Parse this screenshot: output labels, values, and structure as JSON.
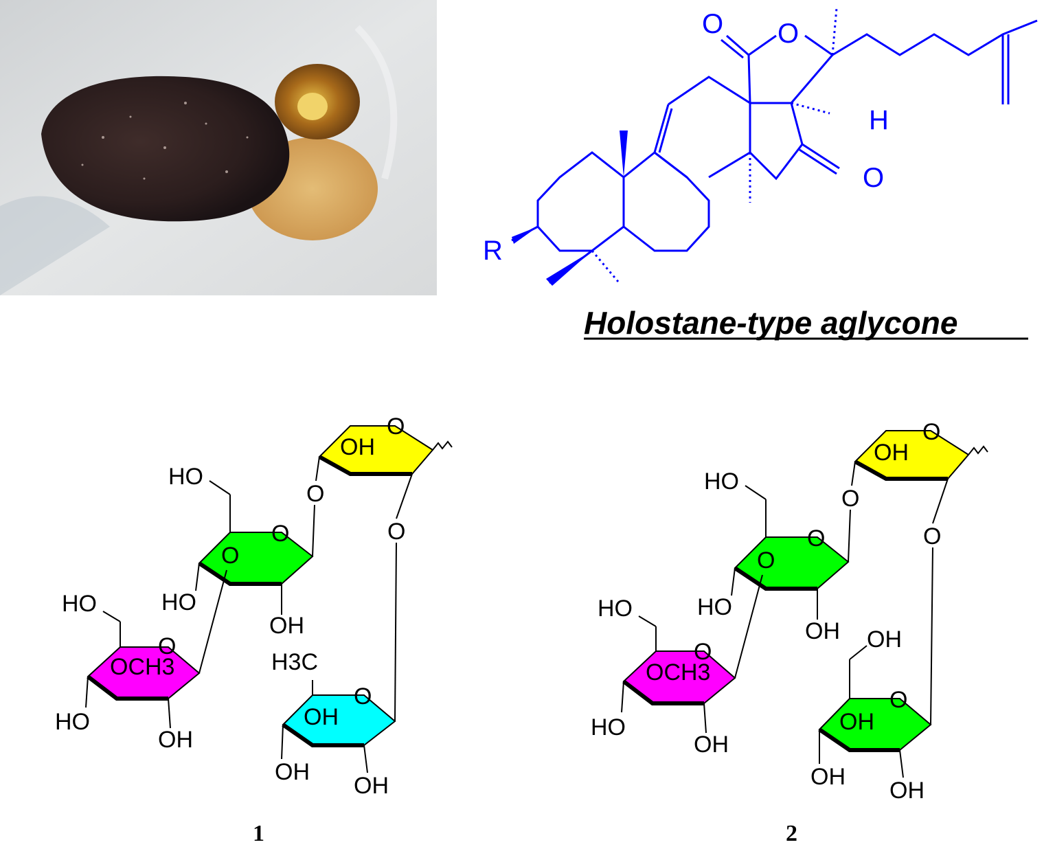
{
  "figure": {
    "aglycone": {
      "title": "Holostane-type aglycone",
      "color": "#0000ff",
      "labels": {
        "o1": "O",
        "o2": "O",
        "o3": "O",
        "h": "H",
        "r": "R"
      }
    },
    "compound_1": {
      "number": "1",
      "colors": {
        "xylose": "#ffff00",
        "quinovose_1": "#00ff00",
        "methylglucose": "#ff00ff",
        "quinovose_2": "#00ffff"
      },
      "labels": {
        "xyl_oh": "OH",
        "xyl_o": "O",
        "link_o1": "O",
        "link_o2": "O",
        "glc_ho_top": "HO",
        "glc_o_ring": "O",
        "glc_o_inner": "O",
        "glc_ho": "HO",
        "glc_oh": "OH",
        "meglc_ho_top": "HO",
        "meglc_o": "O",
        "meglc_och3": "OCH3",
        "meglc_ho": "HO",
        "meglc_oh": "OH",
        "qui_h3c": "H3C",
        "qui_o": "O",
        "qui_oh_in": "OH",
        "qui_oh1": "OH",
        "qui_oh2": "OH"
      }
    },
    "compound_2": {
      "number": "2",
      "colors": {
        "xylose": "#ffff00",
        "glucose_1": "#00ff00",
        "methylglucose": "#ff00ff",
        "glucose_2": "#00ff00"
      },
      "labels": {
        "xyl_oh": "OH",
        "xyl_o": "O",
        "link_o1": "O",
        "link_o2": "O",
        "glc_ho_top": "HO",
        "glc_o_ring": "O",
        "glc_o_inner": "O",
        "glc_ho": "HO",
        "glc_oh": "OH",
        "meglc_ho_top": "HO",
        "meglc_o": "O",
        "meglc_och3": "OCH3",
        "meglc_ho": "HO",
        "meglc_oh": "OH",
        "glc2_oh_top": "OH",
        "glc2_o": "O",
        "glc2_oh_in": "OH",
        "glc2_oh1": "OH",
        "glc2_oh2": "OH"
      }
    }
  }
}
